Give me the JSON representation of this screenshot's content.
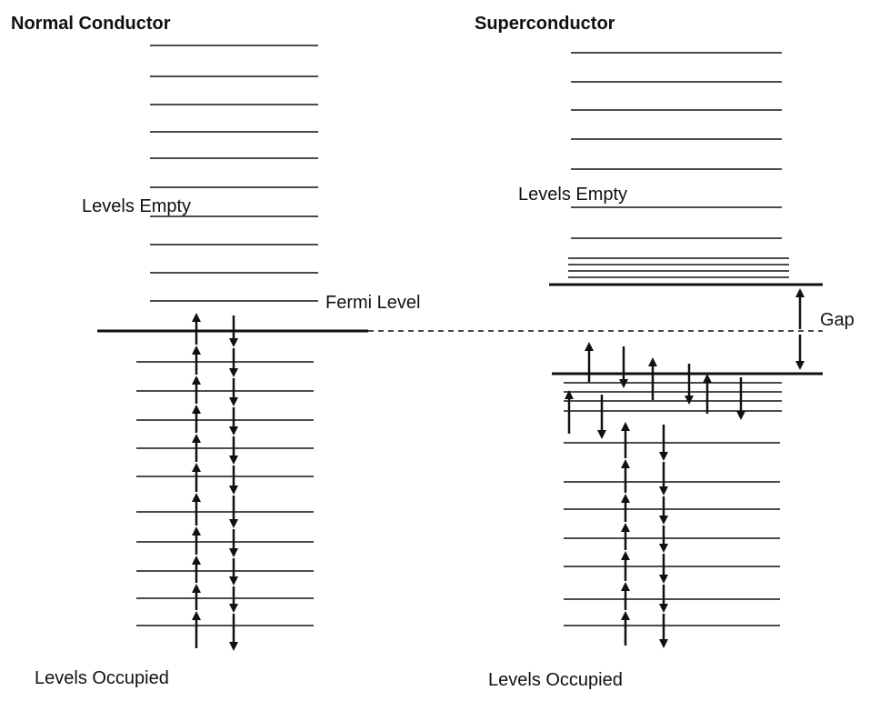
{
  "normal_conductor": {
    "title": "Normal Conductor",
    "empty_label": "Levels Empty",
    "occupied_label": "Levels Occupied",
    "fermi_label": "Fermi Level"
  },
  "superconductor": {
    "title": "Superconductor",
    "empty_label": "Levels Empty",
    "occupied_label": "Levels Occupied",
    "gap_label": "Gap"
  },
  "colors": {
    "ink": "#111111",
    "background": "#ffffff"
  }
}
